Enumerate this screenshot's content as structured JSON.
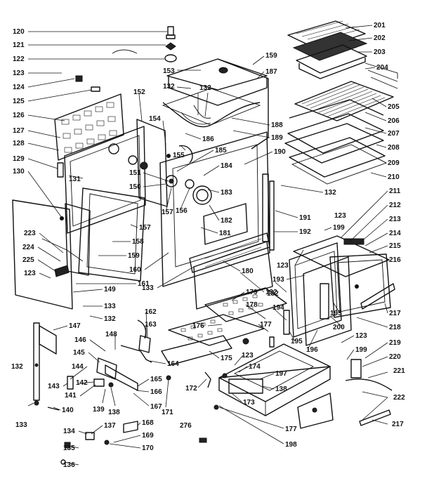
{
  "labels": {
    "l120": "120",
    "l121": "121",
    "l122": "122",
    "l123a": "123",
    "l124": "124",
    "l125": "125",
    "l126": "126",
    "l127": "127",
    "l128": "128",
    "l129": "129",
    "l130": "130",
    "l131": "131",
    "l152": "152",
    "l153": "153",
    "l132a": "132",
    "l132b": "132",
    "l159a": "159",
    "l187": "187",
    "l154": "154",
    "l186": "186",
    "l188": "188",
    "l189": "189",
    "l190": "190",
    "l185": "185",
    "l155": "155",
    "l151": "151",
    "l184": "184",
    "l150": "150",
    "l183": "183",
    "l182": "182",
    "l156": "156",
    "l157a": "157",
    "l157b": "157",
    "l181": "181",
    "l158": "158",
    "l223": "223",
    "l224": "224",
    "l225": "225",
    "l123b": "123",
    "l159b": "159",
    "l160": "160",
    "l161": "161",
    "l149": "149",
    "l133a": "133",
    "l132c": "132",
    "l180": "180",
    "l133b": "133",
    "l132d": "132",
    "l179": "179",
    "l162": "162",
    "l163": "163",
    "l178": "178",
    "l176": "176",
    "l177a": "177",
    "l147": "147",
    "l148": "148",
    "l146": "146",
    "l145": "145",
    "l144": "144",
    "l143": "143",
    "l142": "142",
    "l141": "141",
    "l139": "139",
    "l138a": "138",
    "l165": "165",
    "l166": "166",
    "l167": "167",
    "l164": "164",
    "l175": "175",
    "l171": "171",
    "l172": "172",
    "l123c": "123",
    "l174": "174",
    "l197": "197",
    "l138b": "138",
    "l173": "173",
    "l132e": "132",
    "l133c": "133",
    "l140": "140",
    "l137": "137",
    "l168": "168",
    "l276": "276",
    "l134": "134",
    "l169": "169",
    "l135": "135",
    "l170": "170",
    "l136": "136",
    "l177b": "177",
    "l198": "198",
    "l201": "201",
    "l202": "202",
    "l203": "203",
    "l204": "204",
    "l205": "205",
    "l206": "206",
    "l207": "207",
    "l208": "208",
    "l209": "209",
    "l210": "210",
    "l132f": "132",
    "l211": "211",
    "l191": "191",
    "l123d": "123",
    "l212": "212",
    "l213": "213",
    "l199a": "199",
    "l192": "192",
    "l214": "214",
    "l215": "215",
    "l123e": "123",
    "l216": "216",
    "l193": "193",
    "l132g": "132",
    "l195a": "195",
    "l200": "200",
    "l194": "194",
    "l217a": "217",
    "l195b": "195",
    "l196": "196",
    "l218": "218",
    "l123f": "123",
    "l219": "219",
    "l199b": "199",
    "l220": "220",
    "l221": "221",
    "l222": "222",
    "l217b": "217"
  }
}
